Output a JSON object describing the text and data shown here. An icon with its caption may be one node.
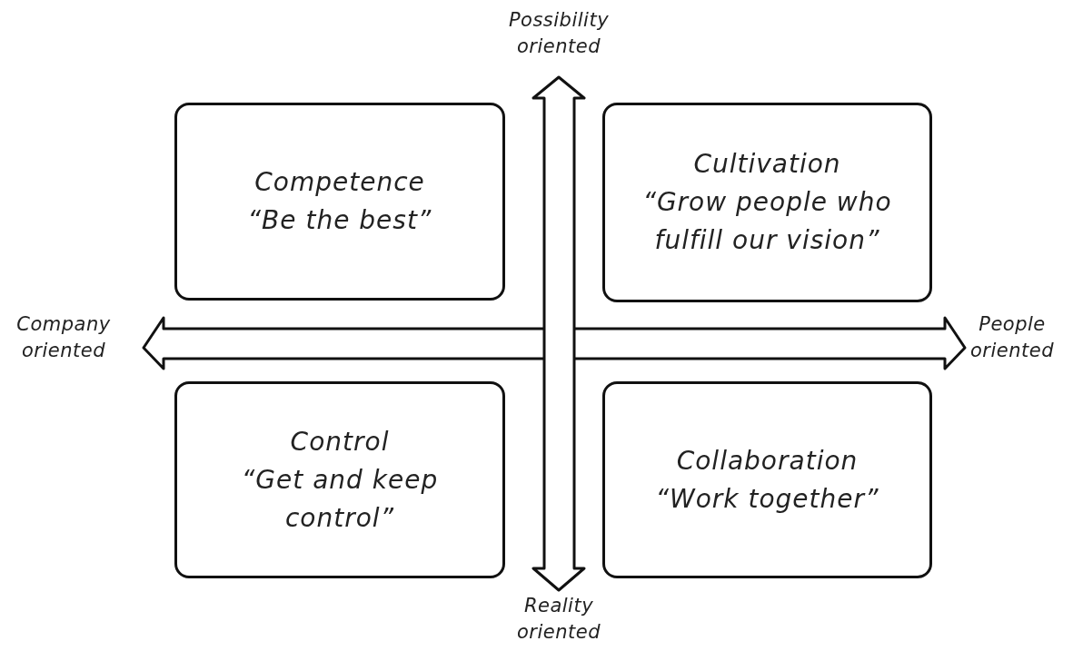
{
  "diagram": {
    "nodes": [
      {
        "text": [
          "Competence",
          "“Be the best”"
        ]
      },
      {
        "text": [
          "Cultivation",
          "“Grow people who fulfill our vision”"
        ]
      },
      {
        "text": [
          "Control",
          "“Get and keep control”"
        ]
      },
      {
        "text": [
          "Collaboration",
          "“Work together”"
        ]
      }
    ],
    "labels": [
      "Possibility oriented",
      "Company oriented",
      "People oriented",
      "Reality oriented"
    ]
  }
}
